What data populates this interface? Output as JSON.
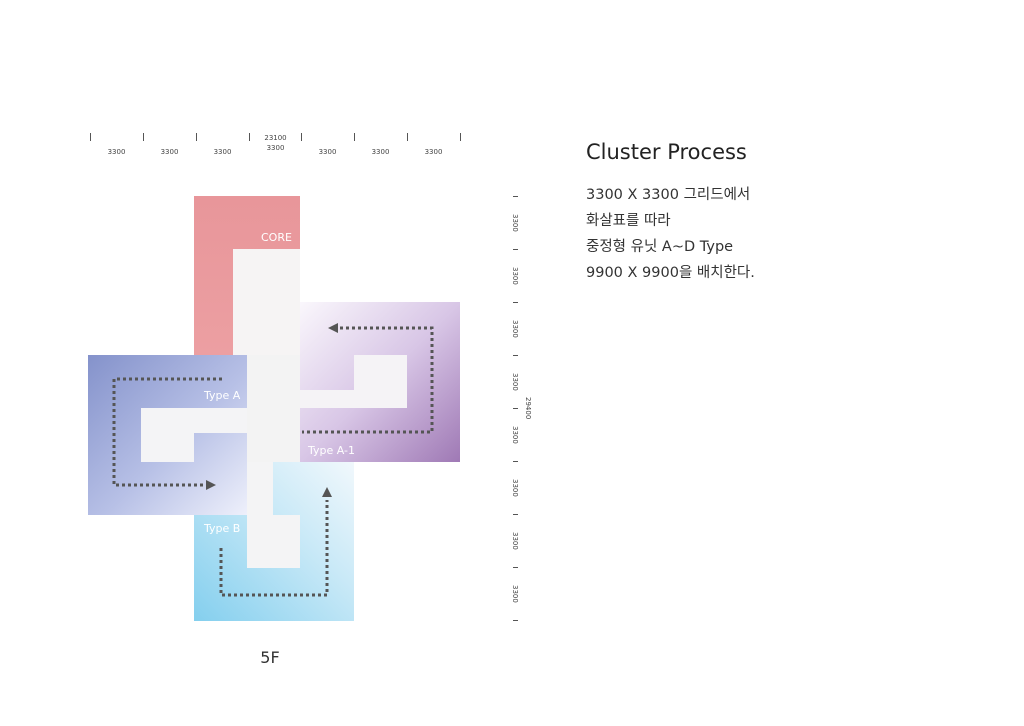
{
  "dimensions": {
    "top_total": "23100",
    "top_cells": [
      "3300",
      "3300",
      "3300",
      "3300",
      "3300",
      "3300",
      "3300"
    ],
    "right_total": "29400",
    "right_cells": [
      "3300",
      "3300",
      "3300",
      "3300",
      "3300",
      "3300",
      "3300",
      "3300"
    ]
  },
  "plan": {
    "units": {
      "core": "CORE",
      "type_a": "Type A",
      "type_a1": "Type A-1",
      "type_b": "Type B"
    },
    "floor": "5F"
  },
  "text": {
    "title": "Cluster Process",
    "lines": [
      "3300 X 3300 그리드에서",
      "화살표를 따라",
      "중정형 유닛 A~D Type",
      "9900 X 9900을 배치한다."
    ]
  },
  "colors": {
    "core": "#e8969a",
    "type_a": "#8b97cc",
    "type_a1": "#a27fb8",
    "type_b": "#8fd4ee",
    "arrow": "#555555"
  }
}
